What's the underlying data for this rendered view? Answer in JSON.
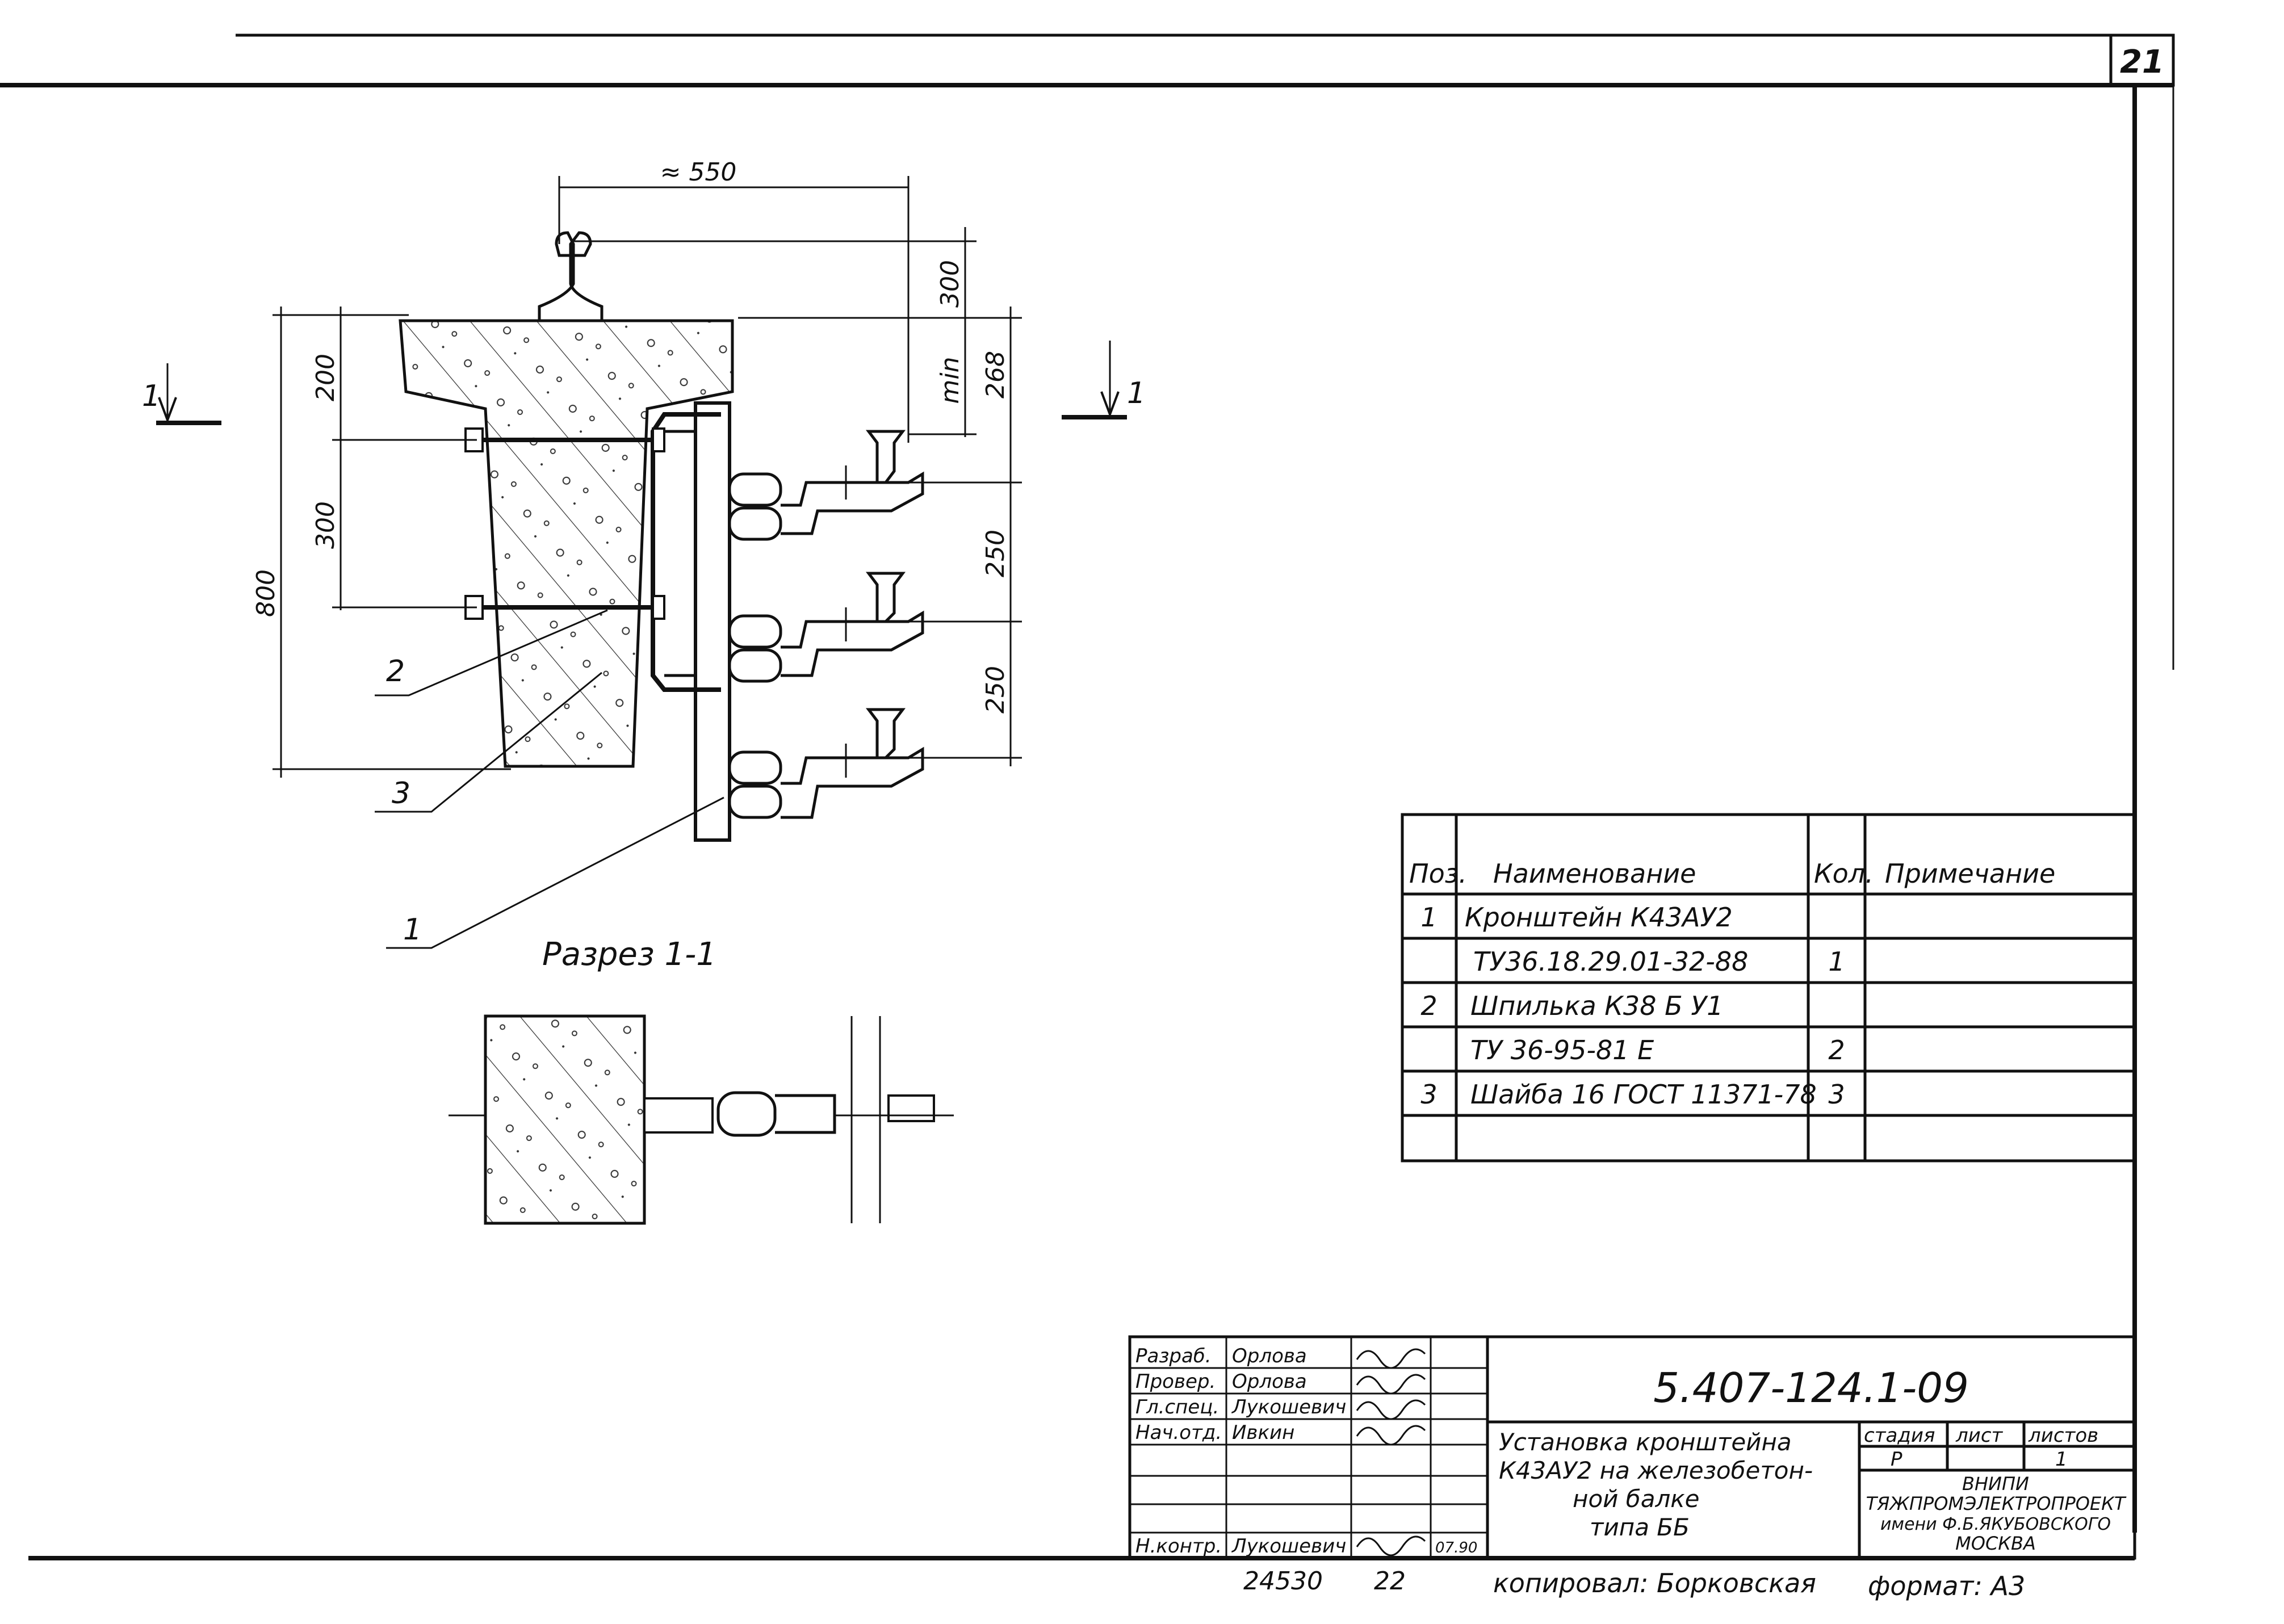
{
  "sheet": {
    "page_number": "21",
    "drawing_code": "5.407-124.1-09",
    "title_lines": [
      "Установка кронштейна",
      "К43АУ2 на железобетон-",
      "ной балке",
      "типа ББ"
    ],
    "stage_header": "стадия",
    "sheet_header": "лист",
    "sheets_header": "листов",
    "stage": "Р",
    "sheet_no": "1",
    "org_lines": [
      "ВНИПИ",
      "ТЯЖПРОМЭЛЕКТРОПРОЕКТ",
      "имени Ф.Б.ЯКУБОВСКОГО",
      "МОСКВА"
    ],
    "copied_by": "копировал: Борковская",
    "format": "формат: А3",
    "inventory_no": "24530",
    "inventory_sub": "22"
  },
  "signatures": [
    {
      "role": "Разраб.",
      "name": "Орлова",
      "date": ""
    },
    {
      "role": "Провер.",
      "name": "Орлова",
      "date": ""
    },
    {
      "role": "Гл.спец.",
      "name": "Лукошевич",
      "date": ""
    },
    {
      "role": "Нач.отд.",
      "name": "Ивкин",
      "date": ""
    },
    {
      "role": "",
      "name": "",
      "date": ""
    },
    {
      "role": "",
      "name": "",
      "date": ""
    },
    {
      "role": "Н.контр.",
      "name": "Лукошевич",
      "date": "07.90"
    }
  ],
  "spec_table": {
    "headers": [
      "Поз.",
      "Наименование",
      "Кол.",
      "Примечание"
    ],
    "rows": [
      {
        "pos": "1",
        "name": "Кронштейн К43АУ2",
        "qty": "",
        "note": ""
      },
      {
        "pos": "",
        "name": "ТУ36.18.29.01-32-88",
        "qty": "1",
        "note": ""
      },
      {
        "pos": "2",
        "name": "Шпилька К38 Б У1",
        "qty": "",
        "note": ""
      },
      {
        "pos": "",
        "name": "ТУ 36-95-81 Е",
        "qty": "2",
        "note": ""
      },
      {
        "pos": "3",
        "name": "Шайба 16 ГОСТ 11371-78",
        "qty": "3",
        "note": ""
      },
      {
        "pos": "",
        "name": "",
        "qty": "",
        "note": ""
      }
    ]
  },
  "drawing": {
    "dim_top": "≈ 550",
    "dim_300_top": "300",
    "dim_268": "268",
    "dim_min": "min",
    "dim_200": "200",
    "dim_300_left": "300",
    "dim_800": "800",
    "dim_250_a": "250",
    "dim_250_b": "250",
    "section_mark_left": "1",
    "section_mark_right": "1",
    "leader_1": "1",
    "leader_2": "2",
    "leader_3": "3",
    "section_title": "Разрез 1-1"
  }
}
